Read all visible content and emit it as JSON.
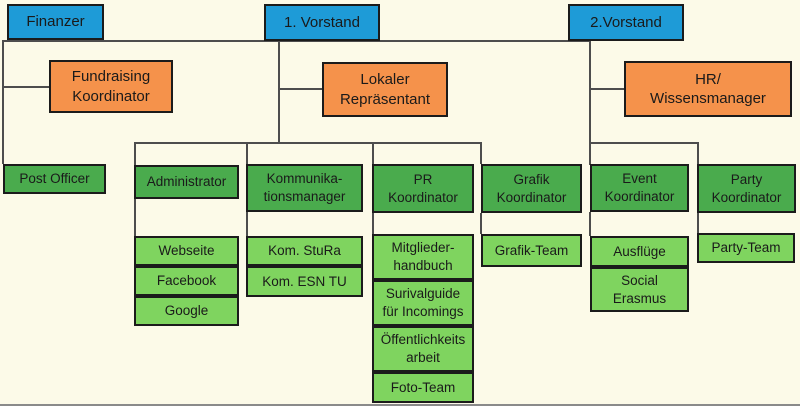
{
  "org": {
    "top": [
      {
        "label": "Finanzer"
      },
      {
        "label": "1. Vorstand"
      },
      {
        "label": "2.Vorstand"
      }
    ],
    "staff": [
      {
        "label": "Fundraising\nKoordinator"
      },
      {
        "label": "Lokaler\nRepräsentant"
      },
      {
        "label": "HR/\nWissensmanager"
      }
    ],
    "roles": [
      {
        "label": "Post Officer",
        "teams": []
      },
      {
        "label": "Administrator",
        "teams": [
          "Webseite",
          "Facebook",
          "Google"
        ]
      },
      {
        "label": "Kommunika-\ntionsmanager",
        "teams": [
          "Kom. StuRa",
          "Kom. ESN TU"
        ]
      },
      {
        "label": "PR\nKoordinator",
        "teams": [
          "Mitglieder-\nhandbuch",
          "Surivalguide\nfür Incomings",
          "Öffentlichkeits\narbeit",
          "Foto-Team"
        ]
      },
      {
        "label": "Grafik\nKoordinator",
        "teams": [
          "Grafik-Team"
        ]
      },
      {
        "label": "Event\nKoordinator",
        "teams": [
          "Ausflüge",
          "Social\nErasmus"
        ]
      },
      {
        "label": "Party\nKoordinator",
        "teams": [
          "Party-Team"
        ]
      }
    ]
  },
  "palette": {
    "node-blue": "#1E9BD7",
    "node-orange": "#F5924B",
    "node-green": "#4AAB4D",
    "node-green-light": "#7FD45F",
    "canvas": "#FCFAE8",
    "connector": "#4D4D4D",
    "node-border": "#1B1B1B",
    "text": "#1A1A1A",
    "bottom-edge": "#8A8A8A"
  }
}
